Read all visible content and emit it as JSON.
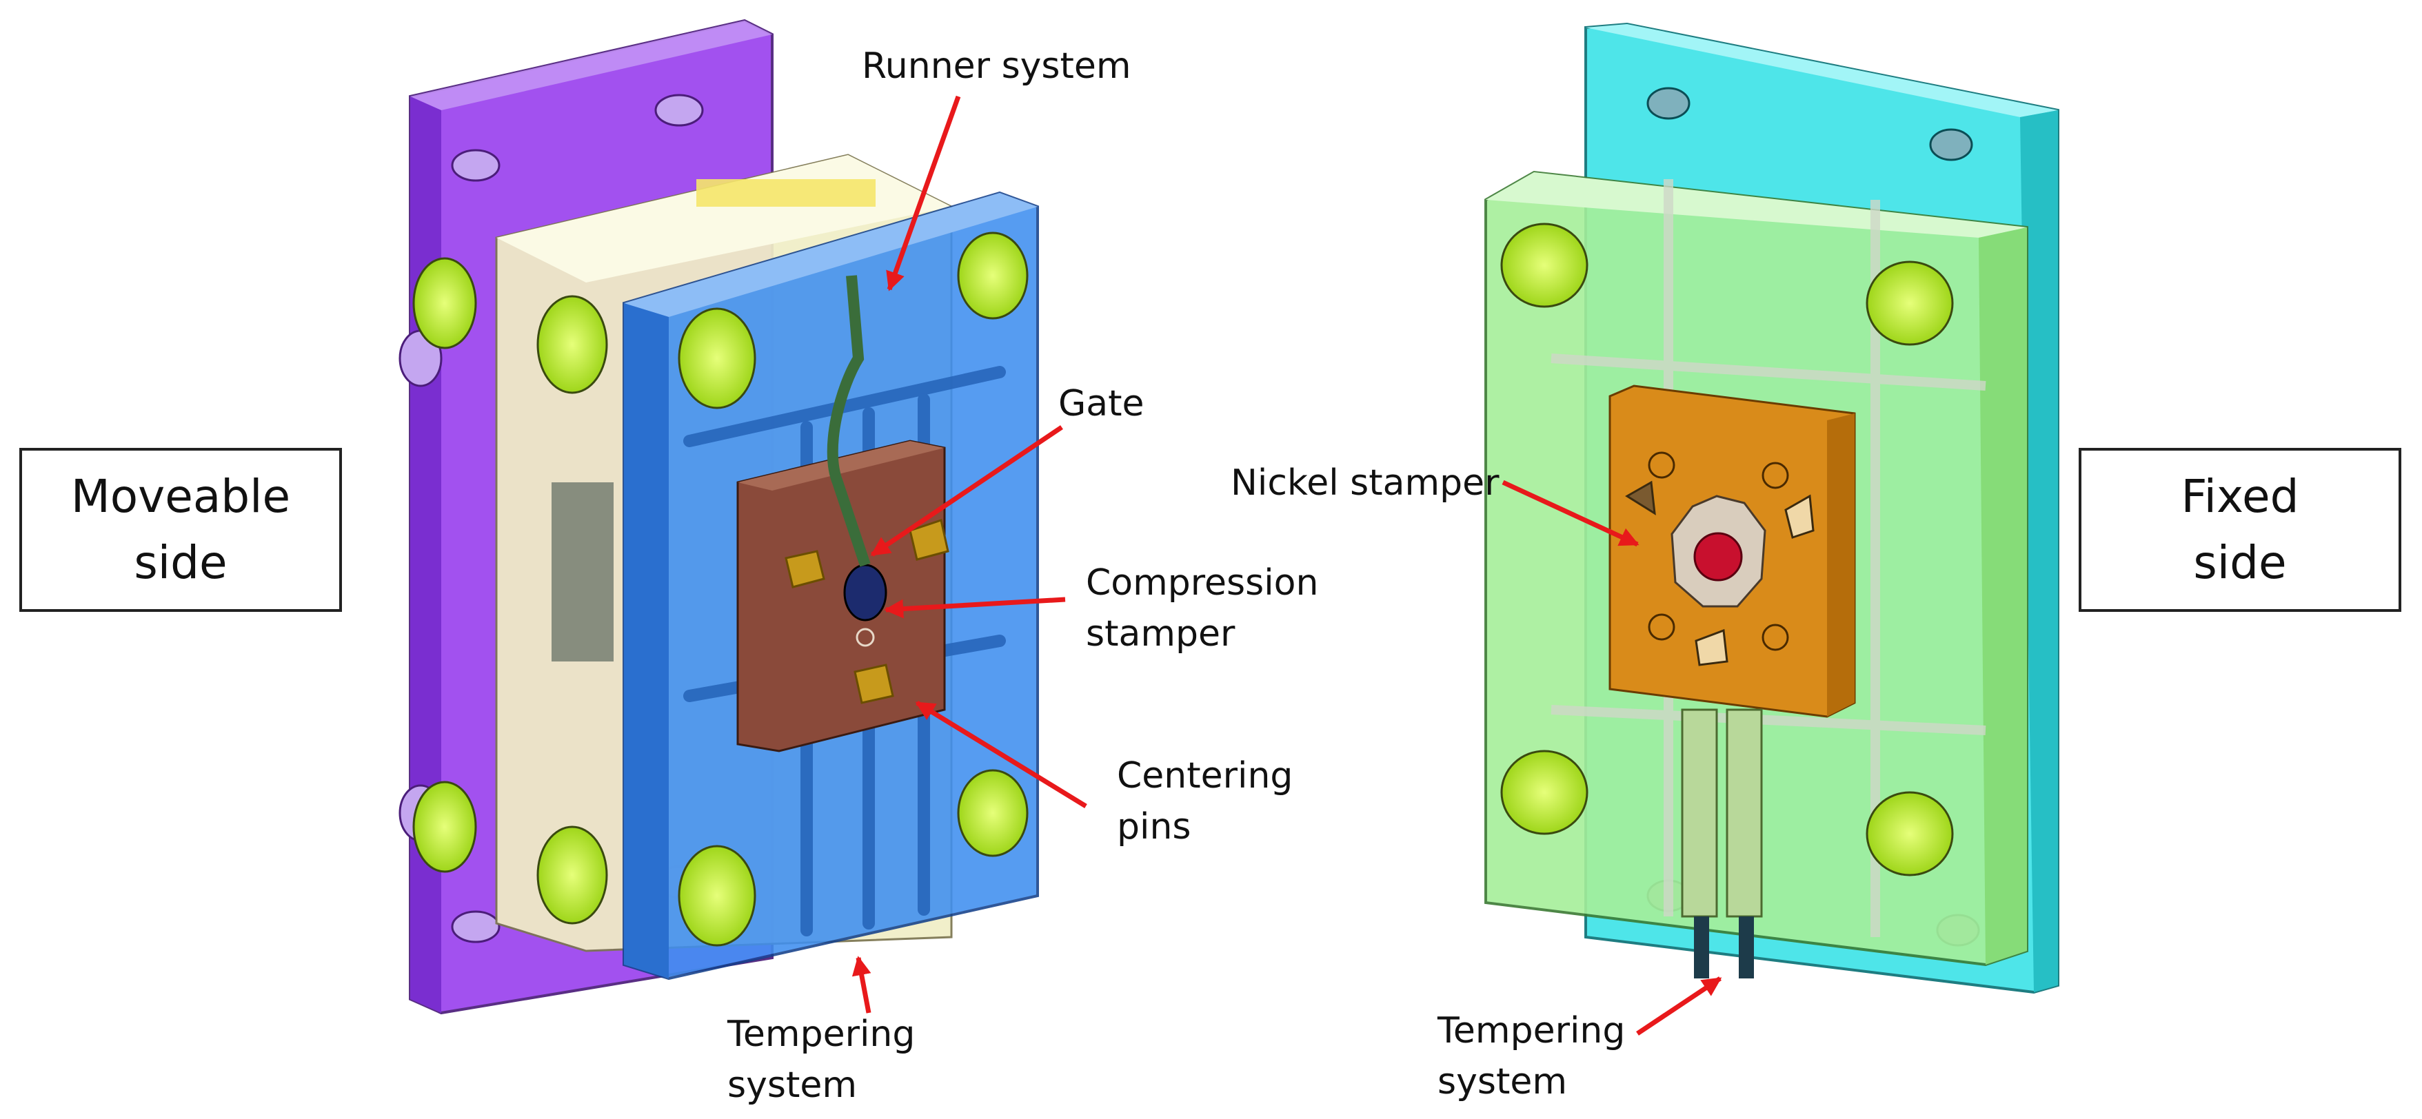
{
  "moveable_box": {
    "line1": "Moveable",
    "line2": "side"
  },
  "fixed_box": {
    "line1": "Fixed",
    "line2": "side"
  },
  "labels": {
    "runner_system": "Runner system",
    "gate": "Gate",
    "compression_stamper": {
      "line1": "Compression",
      "line2": "stamper"
    },
    "centering_pins": {
      "line1": "Centering",
      "line2": "pins"
    },
    "tempering_left": {
      "line1": "Tempering",
      "line2": "system"
    },
    "nickel_stamper": "Nickel stamper",
    "tempering_right": {
      "line1": "Tempering",
      "line2": "system"
    }
  },
  "colors": {
    "moveable_clamp_plate": "#9b43ee",
    "moveable_mold_plate": "#3f8ff0",
    "fixed_clamp_plate": "#3fe3e8",
    "fixed_mold_plate": "#a6ef9a",
    "stamper_plate_moveable": "#8a4a3a",
    "stamper_plate_fixed": "#d98b1a",
    "centering_pin": "#c79a1c",
    "cooling_bore": "#b8ee2a",
    "arrow": "#e8191b"
  }
}
